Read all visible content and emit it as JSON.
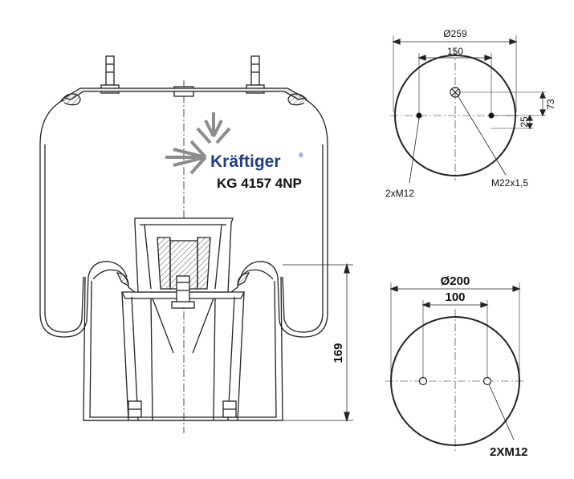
{
  "brand": {
    "name": "Kräftiger",
    "registered": "®",
    "model": "KG 4157 4NP",
    "color": "#1f3f8a"
  },
  "side_view": {
    "height_label": "169"
  },
  "top_plate": {
    "diameter_label": "Ø259",
    "bolt_spacing_label": "150",
    "offset_label_73": "73",
    "offset_label_25": "25",
    "bolt_callout": "2xM12",
    "port_callout": "M22x1,5"
  },
  "bottom_plate": {
    "diameter_label": "Ø200",
    "bolt_spacing_label": "100",
    "bolt_callout": "2XM12"
  },
  "colors": {
    "line": "#222222",
    "hatch": "#555555",
    "logo_gray": "#8c8c8c"
  }
}
